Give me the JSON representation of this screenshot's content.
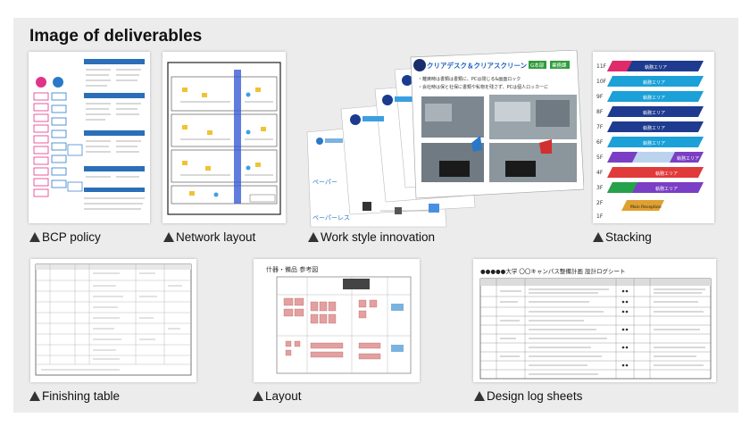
{
  "title": "Image of deliverables",
  "items": [
    {
      "label": "BCP policy"
    },
    {
      "label": "Network layout"
    },
    {
      "label": "Work style innovation"
    },
    {
      "label": "Stacking"
    },
    {
      "label": "Finishing table"
    },
    {
      "label": "Layout"
    },
    {
      "label": "Design log sheets"
    }
  ],
  "work_style": {
    "slide_title": "クリアデスク＆クリアスクリーン",
    "tag1": "G本部",
    "tag2": "業務課",
    "bullet1": "・離席時は書類は書類に、PCは閉じる&画面ロック",
    "bullet2": "・会社時は保と社保に書類や私物を残さず、PCは個人ロッカーに",
    "back_word": "ペーパー",
    "back_word2": "ペーパーレス"
  },
  "stacking": {
    "floors": [
      "11F",
      "10F",
      "9F",
      "8F",
      "7F",
      "6F",
      "5F",
      "4F",
      "3F",
      "2F",
      "1F"
    ],
    "area_label": "執務エリア",
    "reception": "Main Reception"
  },
  "layout_sheet": {
    "heading": "什器・備品 参考図"
  },
  "design_log": {
    "heading": "●●●●●大学 〇〇キャンパス整備計画 設計ログシート"
  },
  "colors": {
    "frame_bg": "#ececec",
    "stack_navy": "#1f3b8f",
    "stack_teal": "#1ba0d8",
    "stack_purple": "#7a3fc4",
    "slide_green": "#2f9c3c"
  }
}
